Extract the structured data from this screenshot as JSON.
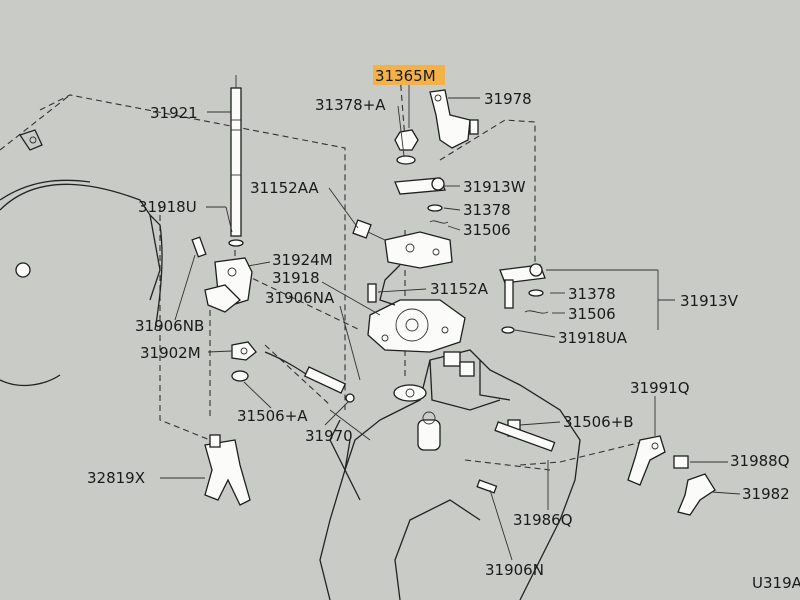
{
  "diagram_id": "U319A",
  "colors": {
    "paper": "#c9cbc6",
    "ink": "#1a1a1a",
    "highlight": "#f3b247"
  },
  "parts": {
    "p31365M": "31365M",
    "p31378A": "31378+A",
    "p31978": "31978",
    "p31921": "31921",
    "p31913W": "31913W",
    "p31152AA": "31152AA",
    "p31378": "31378",
    "p31506": "31506",
    "p31918U": "31918U",
    "p31924M": "31924M",
    "p31918": "31918",
    "p31152A": "31152A",
    "p31906NA": "31906NA",
    "p31378b": "31378",
    "p31913V": "31913V",
    "p31906NB": "31906NB",
    "p31506b": "31506",
    "p31918UA": "31918UA",
    "p31902M": "31902M",
    "p31991Q": "31991Q",
    "p31506A": "31506+A",
    "p31506B": "31506+B",
    "p31970": "31970",
    "p31988Q": "31988Q",
    "p32819X": "32819X",
    "p31982": "31982",
    "p31986Q": "31986Q",
    "p31906N": "31906N"
  }
}
